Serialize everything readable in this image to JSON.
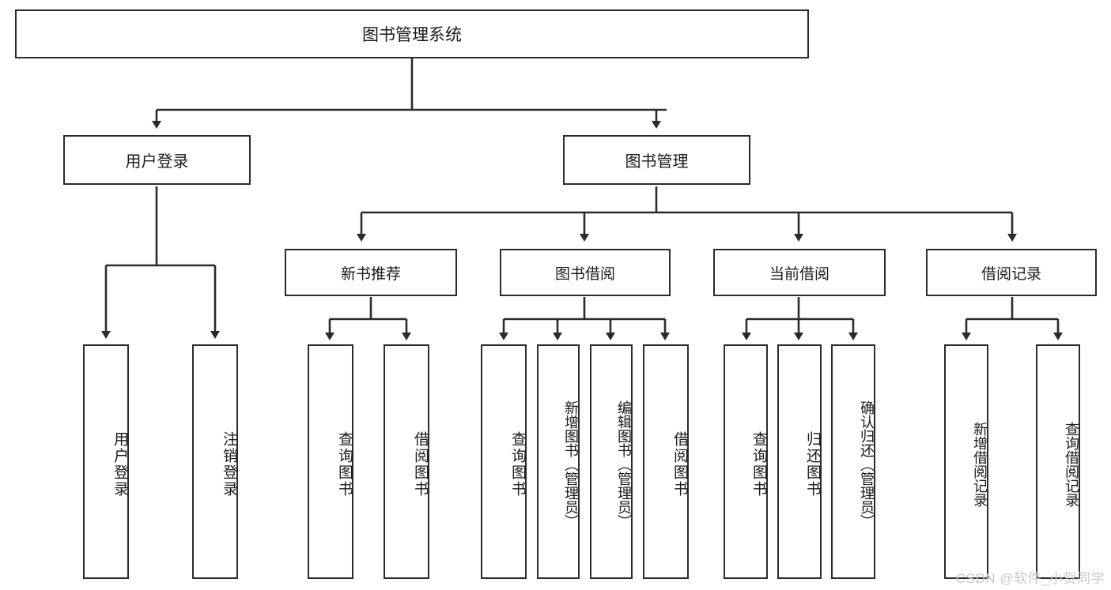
{
  "diagram": {
    "title": "图书管理系统",
    "type": "function-structure-tree",
    "watermark": "CSDN @软件_小贺同学",
    "colors": {
      "stroke": "#2b2b2b",
      "fill": "#ffffff",
      "text": "#1a1a1a",
      "watermark": "#c9c9c9"
    }
  },
  "root": {
    "label": "图书管理系统"
  },
  "level2": [
    {
      "label": "用户登录"
    },
    {
      "label": "图书管理"
    }
  ],
  "level3": [
    {
      "label": "新书推荐"
    },
    {
      "label": "图书借阅"
    },
    {
      "label": "当前借阅"
    },
    {
      "label": "借阅记录"
    }
  ],
  "leaves": {
    "user_login": [
      {
        "label": "用户登录"
      },
      {
        "label": "注销登录"
      }
    ],
    "new_book": [
      {
        "label": "查询图书"
      },
      {
        "label": "借阅图书"
      }
    ],
    "book_borrow": [
      {
        "label": "查询图书"
      },
      {
        "label": "新增图书（管理员）"
      },
      {
        "label": "编辑图书（管理员）"
      },
      {
        "label": "借阅图书"
      }
    ],
    "current_borrow": [
      {
        "label": "查询图书"
      },
      {
        "label": "归还图书"
      },
      {
        "label": "确认归还（管理员）"
      }
    ],
    "borrow_record": [
      {
        "label": "新增借阅记录"
      },
      {
        "label": "查询借阅记录"
      }
    ]
  }
}
